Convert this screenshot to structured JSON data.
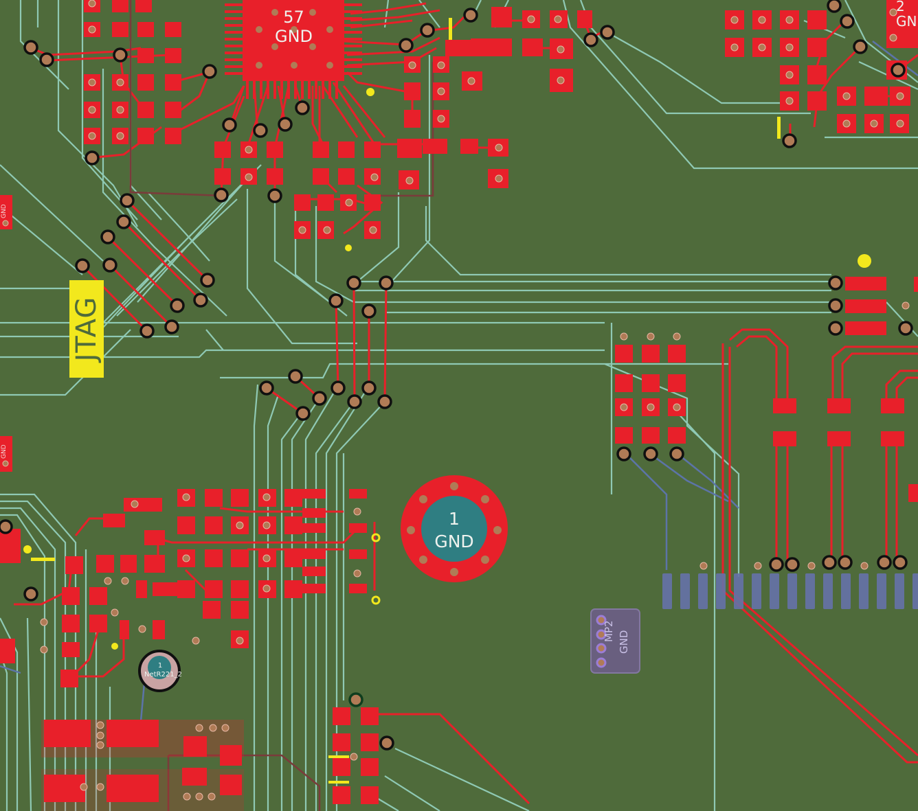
{
  "layout_view": {
    "colors": {
      "board": "#4f6b3b",
      "copper_top": "#e8202a",
      "trace_inner": "#8fc9b4",
      "trace_bottom": "#5c74a8",
      "pad_hole": "#b07b56",
      "via_ring": "#101010",
      "silkscreen": "#f2e81d",
      "outline": "#7a3b3b",
      "text": "#eef2ee"
    },
    "labels": {
      "chip_pin": "57",
      "chip_net": "GND",
      "corner_pin": "2",
      "corner_net": "GN",
      "jtag": "JTAG",
      "mount_pin": "1",
      "mount_net": "GND",
      "mp2_ref": "MP2",
      "mp2_net": "GND",
      "small_pin": "1",
      "small_net": "NetR221_2",
      "left_net_top": "GND",
      "left_net_mid": "GND"
    }
  }
}
